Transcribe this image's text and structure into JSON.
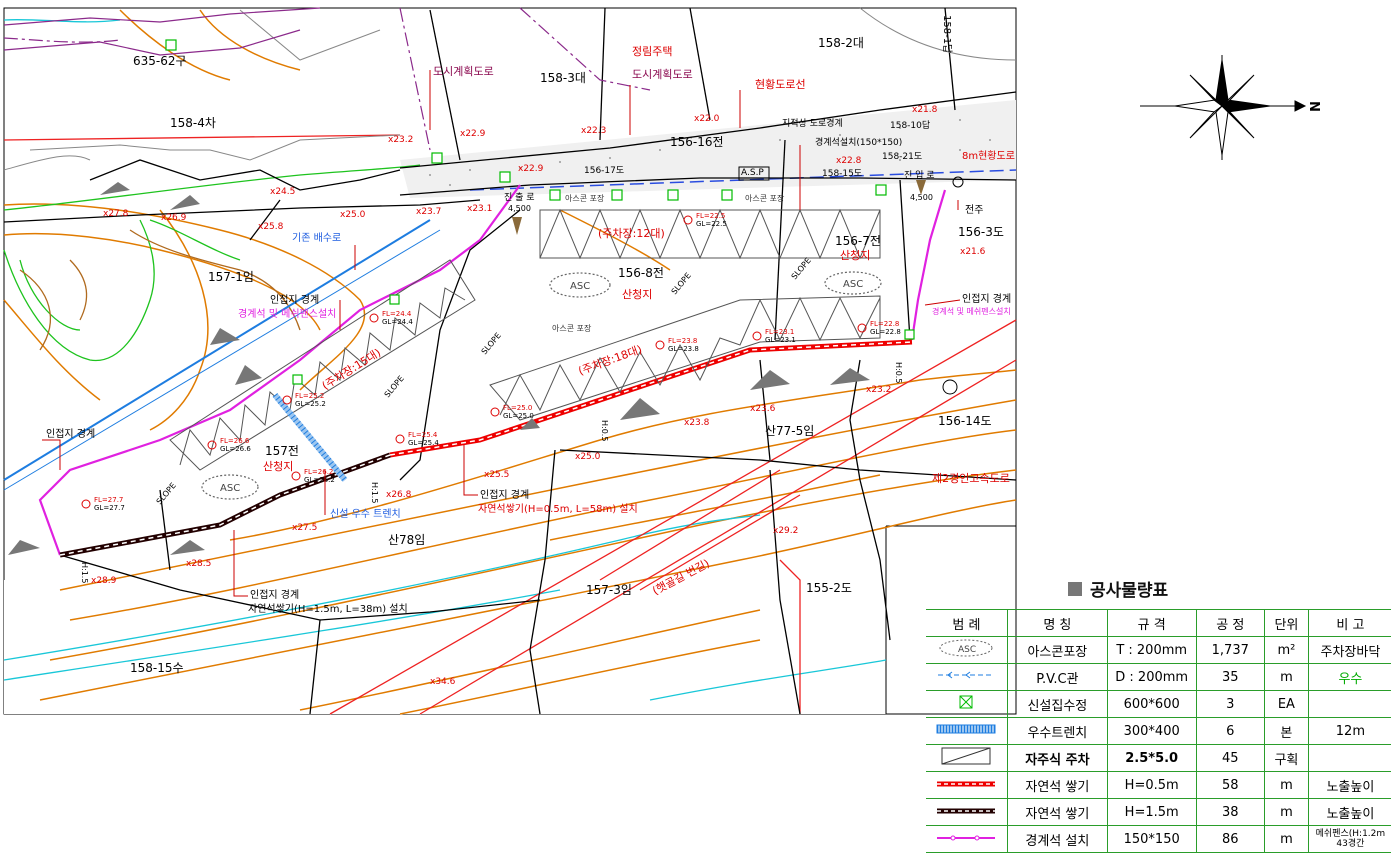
{
  "north_label": "N",
  "labels": {
    "l635_62": "635-62구",
    "l158_4": "158-4차",
    "l158_3": "158-3대",
    "l158_2": "158-2대",
    "l158_10": "158-10답",
    "l158_21": "158-21도",
    "l158_15": "158-15도",
    "l156_17": "156-17도",
    "l156_16": "156-16전",
    "l156_7": "156-7전",
    "l156_8": "156-8전",
    "l156_3": "156-3도",
    "l156_14": "156-14도",
    "l157_1": "157-1임",
    "l157": "157전",
    "l157_3": "157-3임",
    "l155_2": "155-2도",
    "l158_15s": "158-15수",
    "san77_5": "산77-5임",
    "san78": "산78임",
    "l158_1": "158-1답",
    "dosi1": "도시계획도로",
    "dosi2": "도시계획도로",
    "jungrim": "정림주택",
    "hyunhwang": "현황도로선",
    "jijeok": "지적상 도로경계",
    "gyeonggye_top": "경계석설치(150*150)",
    "m8": "8m현황도로",
    "jeonju": "전주",
    "giton": "기존 배수로",
    "injeop1": "인접지 경계",
    "injeop1_sub": "경계석 및 메쉬펜스설치",
    "injeop2": "인접지 경계",
    "injeop2_sub": "경계석 및 메쉬펜스설치",
    "injeop3": "인접지 경계",
    "injeop4": "인접지 경계",
    "injeop4_sub": "자연석쌓기(H=0.5m, L=58m) 설치",
    "injeop5": "인접지 경계",
    "injeop5_sub": "자연석쌓기(H=1.5m, L=38m) 설치",
    "sinseol": "신설 우수 트렌치",
    "sancheong1": "산청지",
    "sancheong2": "산청지",
    "sancheong3": "산청지",
    "park12": "(주차장:12대)",
    "park18": "(주차장:18대)",
    "park15": "(주차장:15대)",
    "ascon1": "아스콘 포장",
    "ascon2": "아스콘 포장",
    "ascon3": "아스콘 포장",
    "asp": "A.S.P",
    "jinip1": "진 출 로",
    "jinip2": "진 입 로",
    "w4500a": "4,500",
    "w4500b": "4,500",
    "highway": "제2경인고속도로",
    "haetgil": "(햇골길 번길)",
    "slope": "SLOPE",
    "asc": "ASC",
    "h05a": "H:0.5",
    "h05b": "H:0.5",
    "h15a": "H:1.5",
    "h15b": "H:1.5"
  },
  "elevations": {
    "e1": "x23.2",
    "e2": "x22.9",
    "e3": "x22.3",
    "e4": "x22.0",
    "e5": "x21.8",
    "e6": "x22.9",
    "e7": "x22.8",
    "e8": "x24.5",
    "e9": "x27.8",
    "e10": "x26.9",
    "e11": "x25.8",
    "e12": "x25.0",
    "e13": "x23.7",
    "e14": "x23.1",
    "e15": "x21.6",
    "e16": "x23.2",
    "e17": "x23.6",
    "e18": "x23.8",
    "e19": "x25.0",
    "e20": "x25.5",
    "e21": "x26.8",
    "e22": "x27.5",
    "e23": "x28.5",
    "e24": "x28.9",
    "e25": "x29.2",
    "e26": "x34.6"
  },
  "fl_gl": [
    {
      "fl": "FL=22.5",
      "gl": "GL=22.5"
    },
    {
      "fl": "FL=24.4",
      "gl": "GL=24.4"
    },
    {
      "fl": "FL=23.1",
      "gl": "GL=23.1"
    },
    {
      "fl": "FL=22.8",
      "gl": "GL=22.8"
    },
    {
      "fl": "FL=23.8",
      "gl": "GL=23.8"
    },
    {
      "fl": "FL=25.0",
      "gl": "GL=25.0"
    },
    {
      "fl": "FL=25.2",
      "gl": "GL=25.2"
    },
    {
      "fl": "FL=25.4",
      "gl": "GL=25.4"
    },
    {
      "fl": "FL=26.6",
      "gl": "GL=26.6"
    },
    {
      "fl": "FL=26.2",
      "gl": "GL=26.2"
    },
    {
      "fl": "FL=27.7",
      "gl": "GL=27.7"
    }
  ],
  "table": {
    "title": "공사물량표",
    "headers": [
      "범 례",
      "명 칭",
      "규 격",
      "공 정",
      "단위",
      "비 고"
    ],
    "rows": [
      {
        "legend": "ASC",
        "name": "아스콘포장",
        "spec": "T : 200mm",
        "qty": "1,737",
        "unit": "m²",
        "note": "주차장바닥"
      },
      {
        "legend": "",
        "name": "P.V.C관",
        "spec": "D : 200mm",
        "qty": "35",
        "unit": "m",
        "note": "우수"
      },
      {
        "legend": "",
        "name": "신설집수정",
        "spec": "600*600",
        "qty": "3",
        "unit": "EA",
        "note": ""
      },
      {
        "legend": "",
        "name": "우수트렌치",
        "spec": "300*400",
        "qty": "6",
        "unit": "본",
        "note": "12m"
      },
      {
        "legend": "",
        "name": "자주식 주차",
        "spec": "2.5*5.0",
        "qty": "45",
        "unit": "구획",
        "note": ""
      },
      {
        "legend": "",
        "name": "자연석 쌓기",
        "spec": "H=0.5m",
        "qty": "58",
        "unit": "m",
        "note": "노출높이"
      },
      {
        "legend": "",
        "name": "자연석 쌓기",
        "spec": "H=1.5m",
        "qty": "38",
        "unit": "m",
        "note": "노출높이"
      },
      {
        "legend": "",
        "name": "경계석 설치",
        "spec": "150*150",
        "qty": "86",
        "unit": "m",
        "note": "메쉬펜스(H:1.2m 43경간"
      }
    ]
  }
}
